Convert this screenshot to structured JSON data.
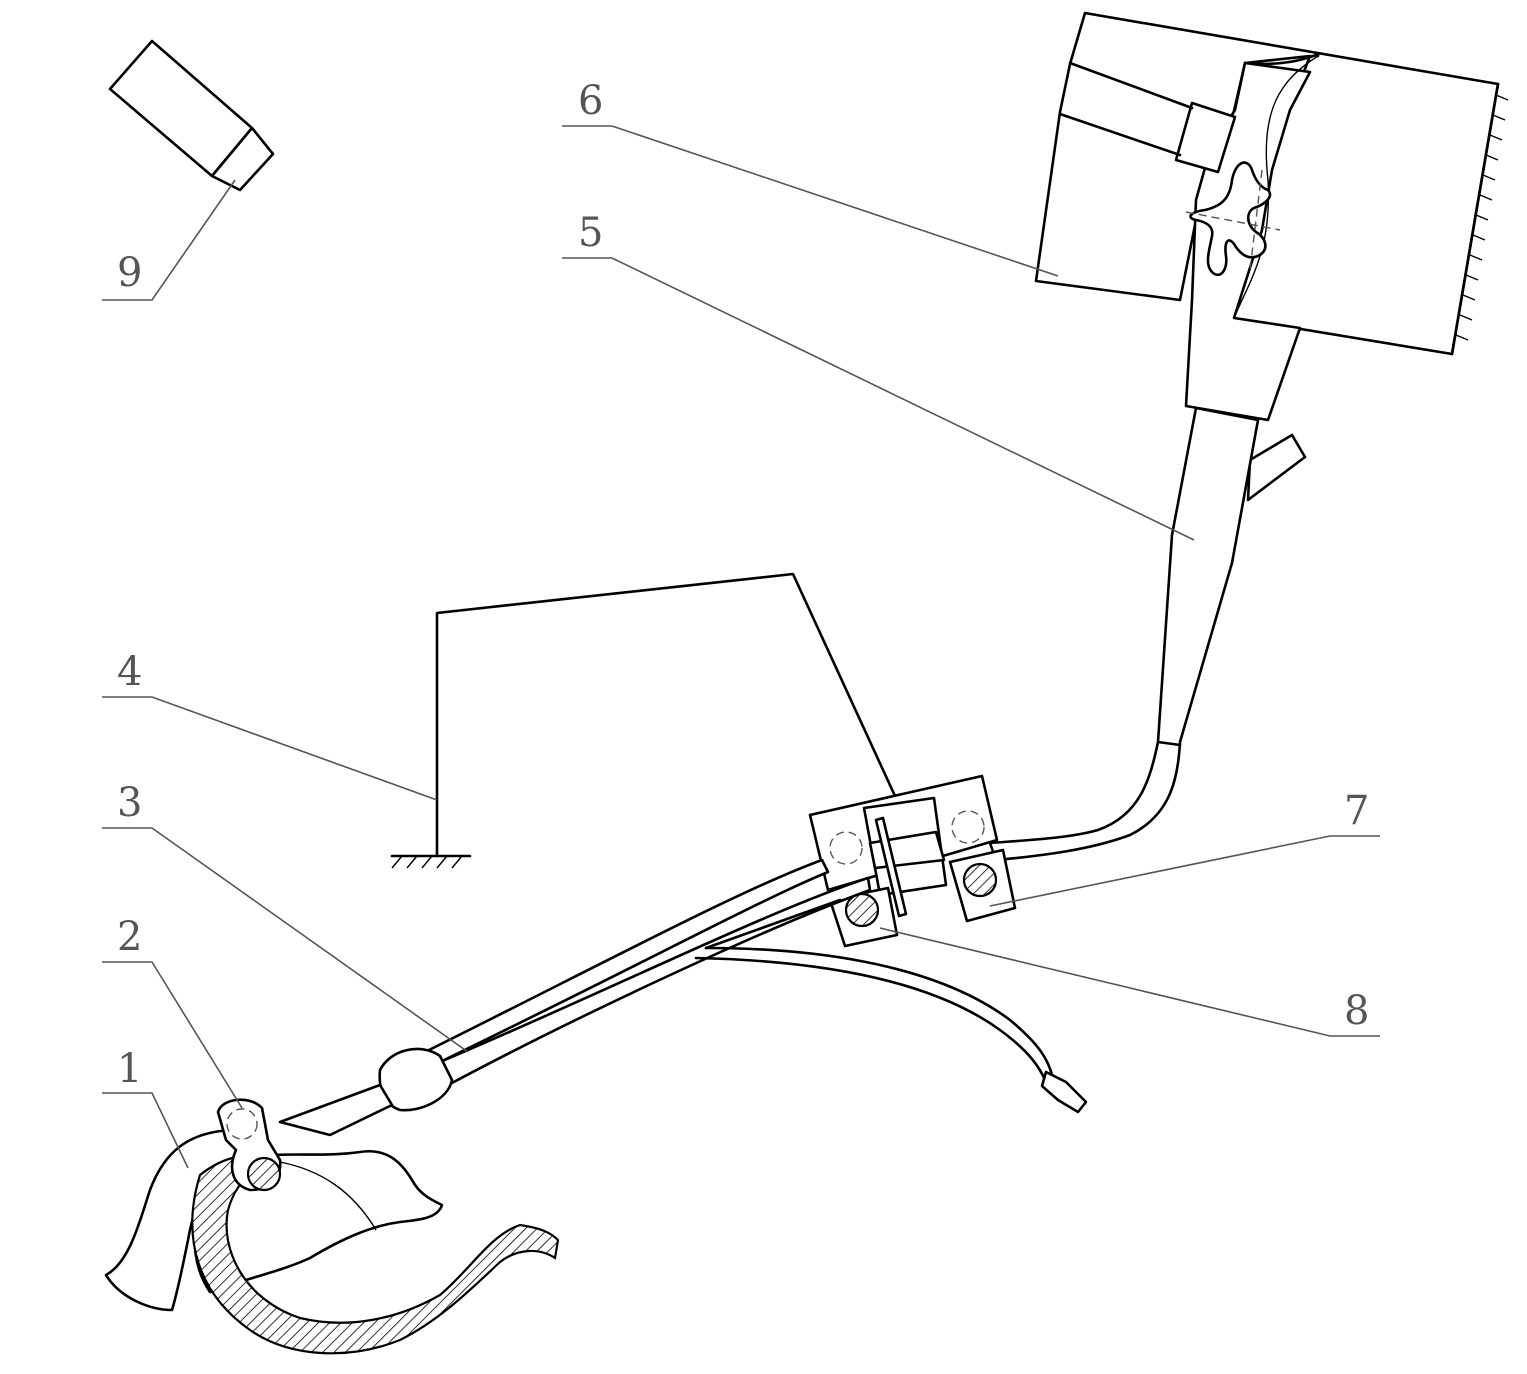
{
  "callouts": [
    {
      "id": "1",
      "label": "1"
    },
    {
      "id": "2",
      "label": "2"
    },
    {
      "id": "3",
      "label": "3"
    },
    {
      "id": "4",
      "label": "4"
    },
    {
      "id": "5",
      "label": "5"
    },
    {
      "id": "6",
      "label": "6"
    },
    {
      "id": "7",
      "label": "7"
    },
    {
      "id": "8",
      "label": "8"
    },
    {
      "id": "9",
      "label": "9"
    }
  ],
  "colors": {
    "line": "#000000",
    "leader": "#555555",
    "background": "#ffffff"
  }
}
